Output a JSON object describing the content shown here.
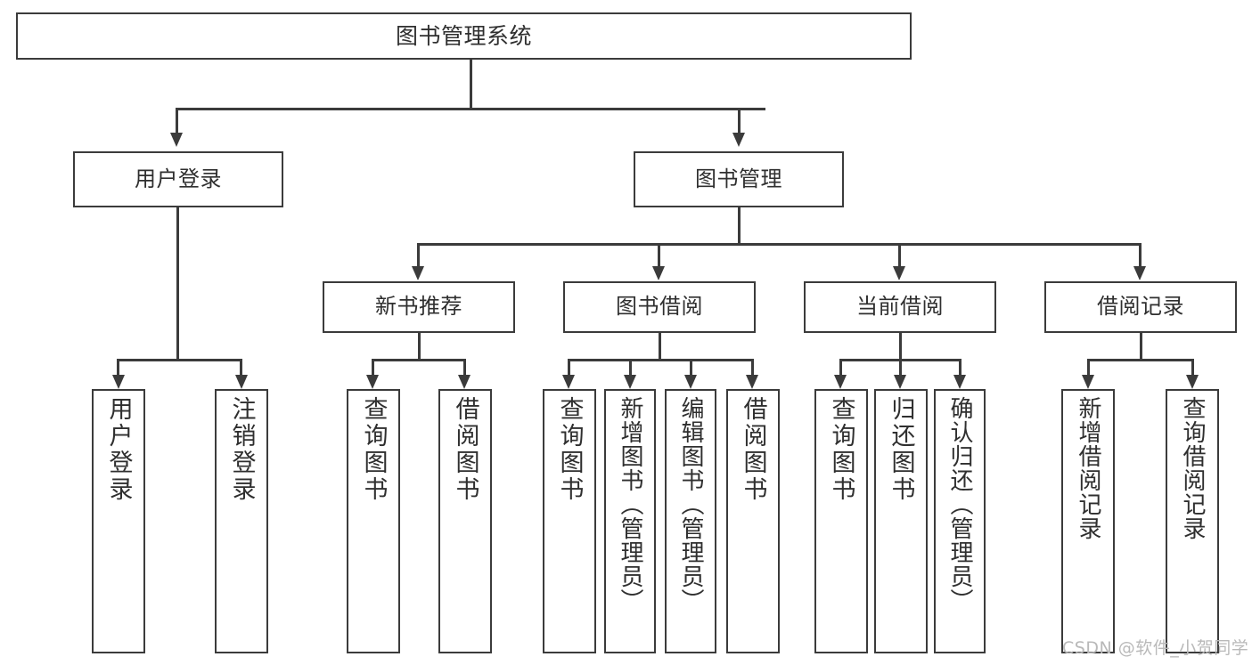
{
  "diagram": {
    "title": "图书管理系统",
    "watermark": "CSDN @软件_小贺同学",
    "line_color": "#3b3b3b",
    "box_fill": "#ffffff",
    "text_color": "#2f2f2f",
    "watermark_color": "#b9b9b9"
  },
  "nodes": {
    "root": {
      "label": "图书管理系统"
    },
    "level2": [
      {
        "label": "用户登录"
      },
      {
        "label": "图书管理"
      }
    ],
    "level3": [
      {
        "label": "新书推荐"
      },
      {
        "label": "图书借阅"
      },
      {
        "label": "当前借阅"
      },
      {
        "label": "借阅记录"
      }
    ],
    "leaves": {
      "user_login": [
        {
          "label": "用户登录"
        },
        {
          "label": "注销登录"
        }
      ],
      "new_book_recommend": [
        {
          "label": "查询图书"
        },
        {
          "label": "借阅图书"
        }
      ],
      "book_borrow": [
        {
          "label": "查询图书"
        },
        {
          "label": "新增图书（管理员）"
        },
        {
          "label": "编辑图书（管理员）"
        },
        {
          "label": "借阅图书"
        }
      ],
      "current_borrow": [
        {
          "label": "查询图书"
        },
        {
          "label": "归还图书"
        },
        {
          "label": "确认归还（管理员）"
        }
      ],
      "borrow_record": [
        {
          "label": "新增借阅记录"
        },
        {
          "label": "查询借阅记录"
        }
      ]
    }
  }
}
